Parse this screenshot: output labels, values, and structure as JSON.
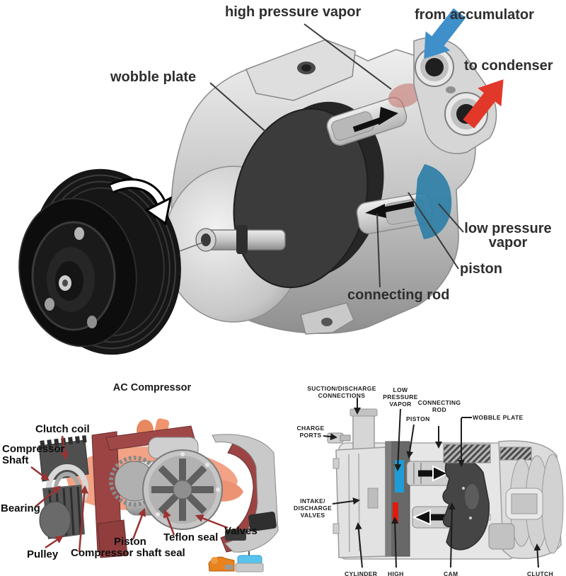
{
  "top_diagram": {
    "description": "AC compressor cutaway, wobble plate type",
    "labels": {
      "high_pressure_vapor": "high pressure vapor",
      "from_accumulator": "from accumulator",
      "to_condenser": "to condenser",
      "wobble_plate": "wobble plate",
      "low_pressure_vapor": "low pressure\nvapor",
      "piston": "piston",
      "connecting_rod": "connecting rod"
    },
    "colors": {
      "inflow_arrow": "#3f8fca",
      "outflow_arrow": "#e2382a",
      "low_pressure_zone": "#2e7fa6",
      "label_text": "#2e2e2e"
    }
  },
  "bottom_left_diagram": {
    "title": "AC Compressor",
    "labels": {
      "clutch_coil": "Clutch coil",
      "compressor_shaft": "Compressor\nShaft",
      "bearing": "Bearing",
      "pulley": "Pulley",
      "compressor_shaft_seal": "Compressor shaft seal",
      "piston": "Piston",
      "teflon_seal": "Teflon seal",
      "valves": "Valves"
    },
    "colors": {
      "arrow": "#993333",
      "frame": "#9c4444",
      "internals": "#f2a285",
      "label_text": "#0d0d0d"
    }
  },
  "bottom_right_diagram": {
    "labels": {
      "suction_discharge_connections": "SUCTION/DISCHARGE\nCONNECTIONS",
      "low_pressure_vapor": "LOW\nPRESSURE\nVAPOR",
      "connecting_rod": "CONNECTING\nROD",
      "piston": "PISTON",
      "wobble_plate": "WOBBLE PLATE",
      "charge_ports": "CHARGE\nPORTS",
      "intake_discharge_valves": "INTAKE/\nDISCHARGE\nVALVES",
      "cylinder": "CYLINDER",
      "high": "HIGH",
      "cam": "CAM",
      "clutch": "CLUTCH"
    },
    "colors": {
      "low_pressure_highlight": "#1e9cd7",
      "high_pressure_highlight": "#e01b0e",
      "label_text": "#1c1c1c"
    }
  }
}
